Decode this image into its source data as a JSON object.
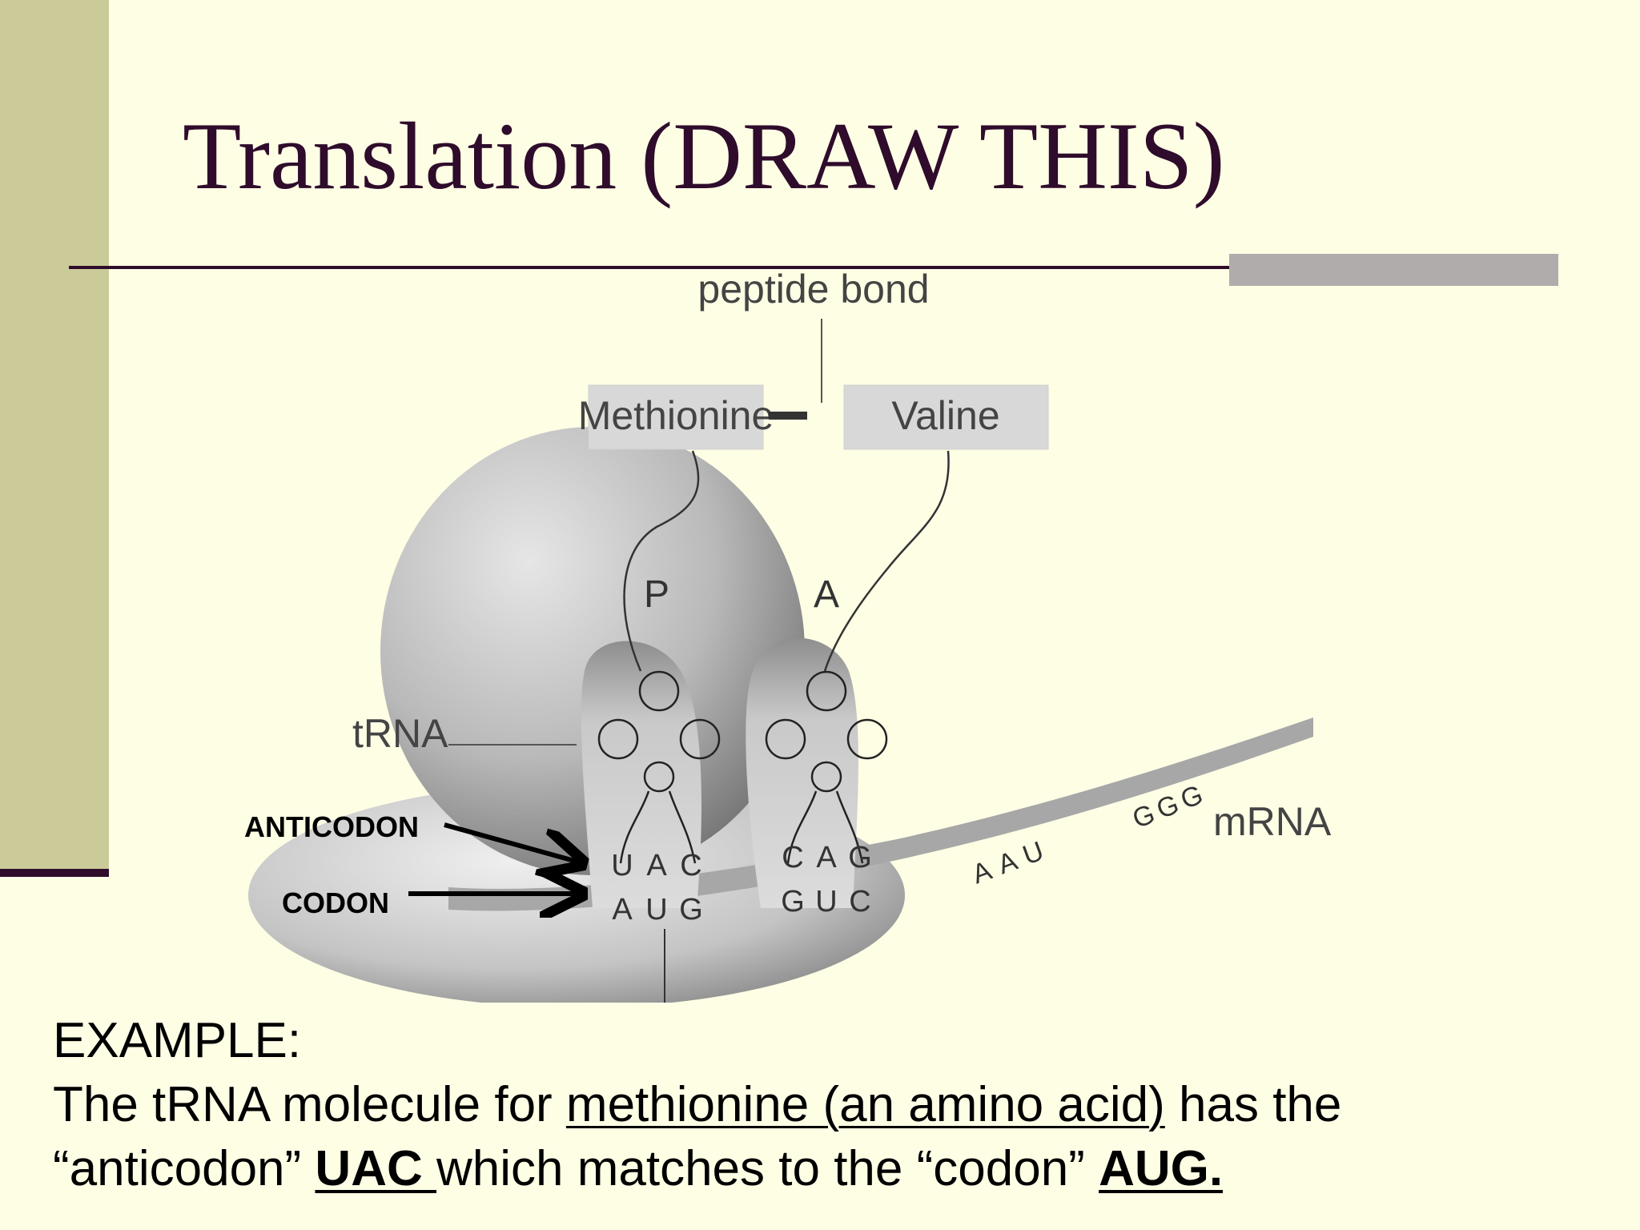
{
  "slide": {
    "title": "Translation (DRAW THIS)"
  },
  "diagram": {
    "peptide_bond_label": "peptide bond",
    "amino_acid_1": "Methionine",
    "amino_acid_2": "Valine",
    "site_p": "P",
    "site_a": "A",
    "trna_label": "tRNA",
    "mrna_label": "mRNA",
    "anticodon_label": "ANTICODON",
    "codon_label": "CODON",
    "p_site_anticodon": [
      "U",
      "A",
      "C"
    ],
    "p_site_codon": [
      "A",
      "U",
      "G"
    ],
    "a_site_anticodon": [
      "C",
      "A",
      "G"
    ],
    "a_site_codon": [
      "G",
      "U",
      "C"
    ],
    "mrna_codon_3": [
      "A",
      "A",
      "U"
    ],
    "mrna_codon_4": [
      "G",
      "G",
      "G"
    ]
  },
  "caption": {
    "heading": "EXAMPLE:",
    "line1_prefix": "The tRNA molecule for ",
    "line1_underlined": "methionine (an amino acid)",
    "line1_suffix": " has the",
    "line2_prefix": "“anticodon” ",
    "line2_anticodon": "UAC ",
    "line2_middle": "which matches to the “codon” ",
    "line2_codon": "AUG."
  },
  "colors": {
    "background": "#fefee5",
    "sidebar": "#cbcb9a",
    "title_text": "#2f0c2b",
    "rule": "#2f0c2b",
    "rule_accent": "#b0acab"
  }
}
